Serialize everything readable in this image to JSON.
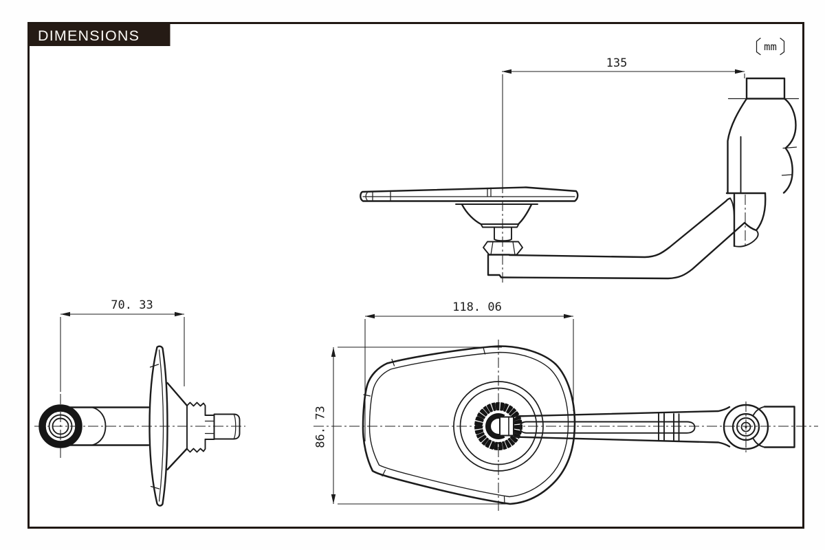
{
  "header": {
    "title": "DIMENSIONS",
    "unit_label": "〔mm〕",
    "unit_text": "mm"
  },
  "colors": {
    "ink": "#1c1c1c",
    "title_bg": "#251b15",
    "title_text": "#faf8f5",
    "paper": "#ffffff"
  },
  "views": {
    "side_view": {
      "dim_width": "135"
    },
    "end_view": {
      "dim_width": "70. 33"
    },
    "rear_view": {
      "dim_width": "118. 06",
      "dim_height": "86. 73"
    }
  }
}
